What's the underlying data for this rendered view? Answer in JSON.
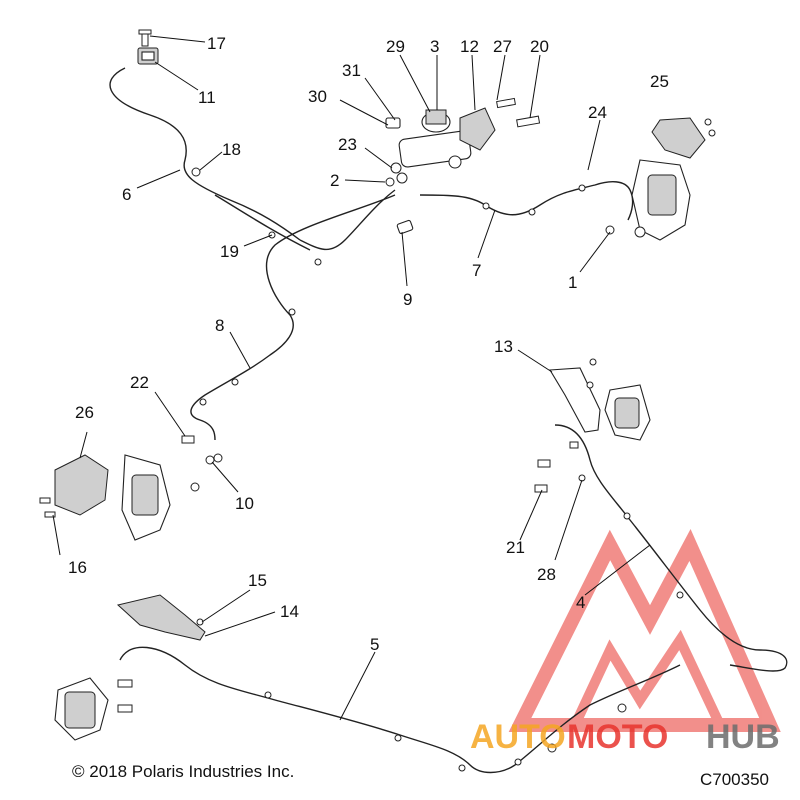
{
  "callouts": [
    {
      "id": "17",
      "text": "17"
    },
    {
      "id": "11",
      "text": "11"
    },
    {
      "id": "29",
      "text": "29"
    },
    {
      "id": "3",
      "text": "3"
    },
    {
      "id": "12",
      "text": "12"
    },
    {
      "id": "27",
      "text": "27"
    },
    {
      "id": "20",
      "text": "20"
    },
    {
      "id": "31",
      "text": "31"
    },
    {
      "id": "30",
      "text": "30"
    },
    {
      "id": "25",
      "text": "25"
    },
    {
      "id": "24",
      "text": "24"
    },
    {
      "id": "23",
      "text": "23"
    },
    {
      "id": "18",
      "text": "18"
    },
    {
      "id": "2",
      "text": "2"
    },
    {
      "id": "6",
      "text": "6"
    },
    {
      "id": "19",
      "text": "19"
    },
    {
      "id": "7",
      "text": "7"
    },
    {
      "id": "1",
      "text": "1"
    },
    {
      "id": "9",
      "text": "9"
    },
    {
      "id": "8",
      "text": "8"
    },
    {
      "id": "13",
      "text": "13"
    },
    {
      "id": "22",
      "text": "22"
    },
    {
      "id": "26",
      "text": "26"
    },
    {
      "id": "10",
      "text": "10"
    },
    {
      "id": "21",
      "text": "21"
    },
    {
      "id": "16",
      "text": "16"
    },
    {
      "id": "28",
      "text": "28"
    },
    {
      "id": "4",
      "text": "4"
    },
    {
      "id": "15",
      "text": "15"
    },
    {
      "id": "14",
      "text": "14"
    },
    {
      "id": "5",
      "text": "5"
    }
  ],
  "footer": {
    "copyright": "© 2018 Polaris Industries Inc.",
    "drawing_number": "C700350"
  },
  "watermark": {
    "text_a": "AUTO",
    "text_b": "MOTO",
    "text_c": "HUB",
    "color_red": "#e8342e",
    "color_orange": "#f5a623",
    "color_gray": "#6d6d6d"
  }
}
